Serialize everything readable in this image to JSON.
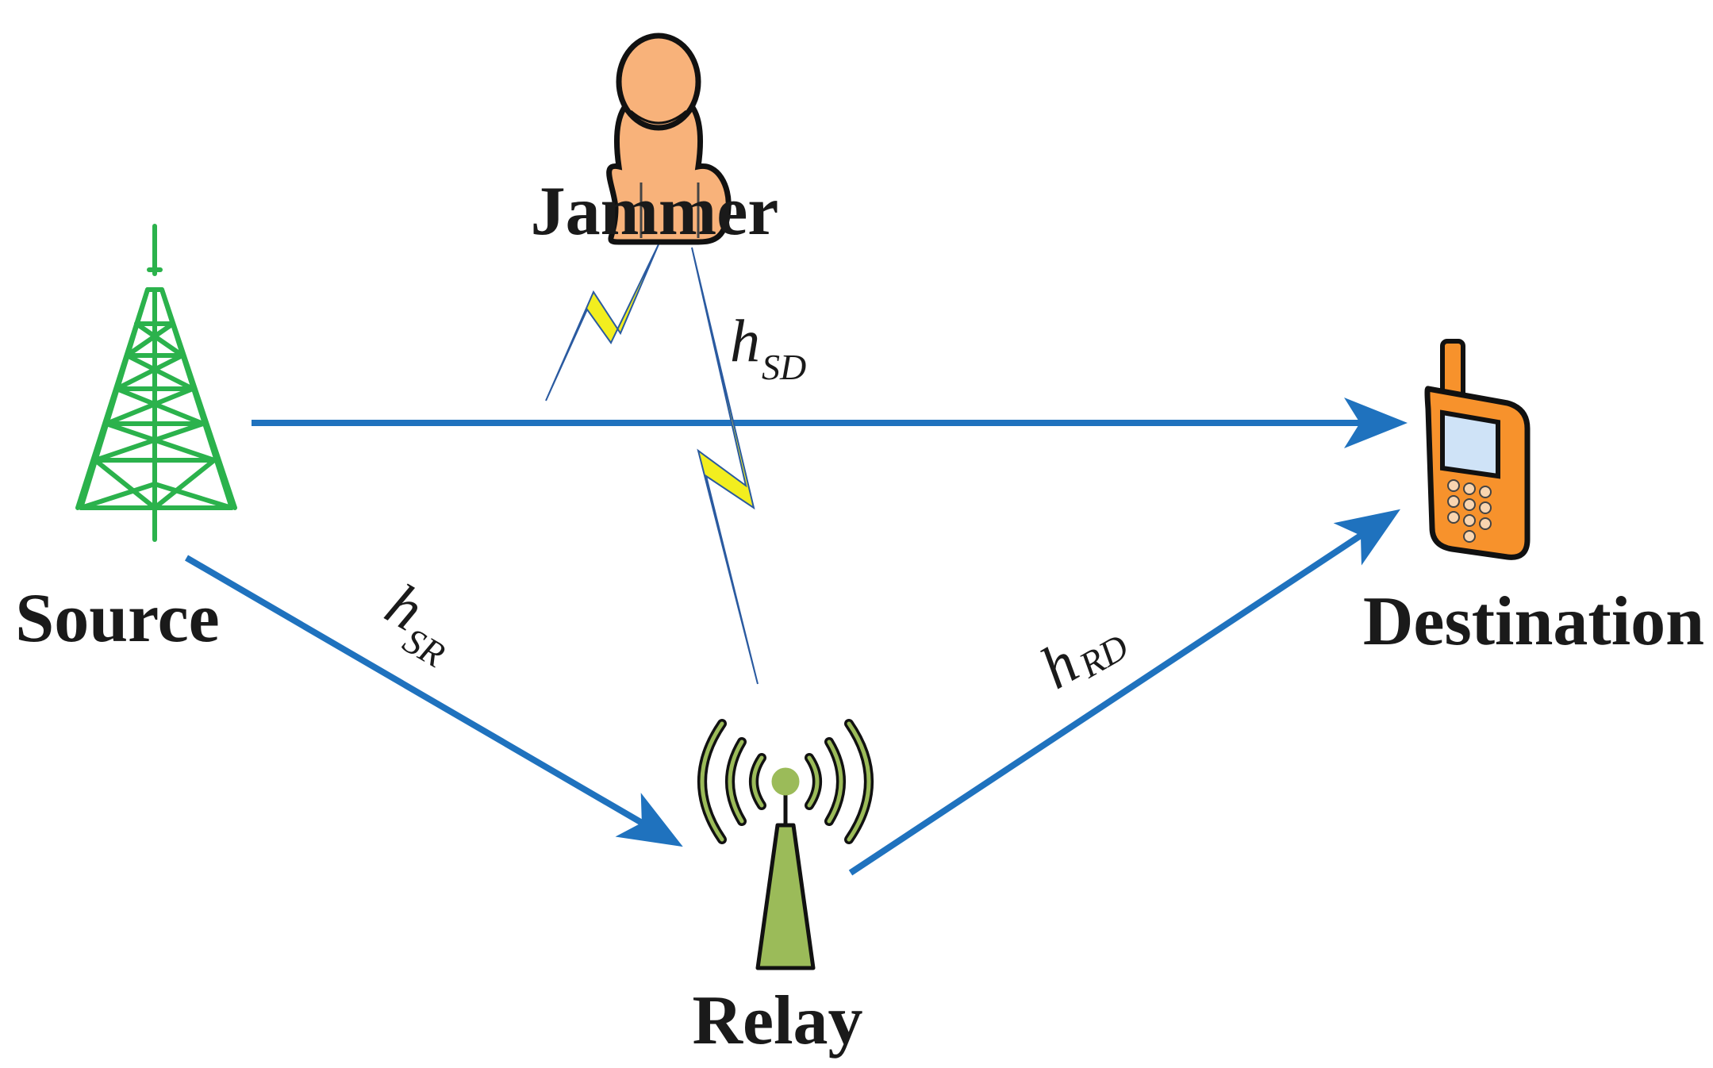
{
  "nodes": {
    "source": {
      "label": "Source"
    },
    "jammer": {
      "label": "Jammer"
    },
    "relay": {
      "label": "Relay"
    },
    "destination": {
      "label": "Destination"
    }
  },
  "channels": {
    "sd": {
      "symbol": "h",
      "subscript": "SD"
    },
    "sr": {
      "symbol": "h",
      "subscript": "SR"
    },
    "rd": {
      "symbol": "h",
      "subscript": "RD"
    }
  },
  "colors": {
    "link_arrow": "#1f72be",
    "tower_green": "#2bb24c",
    "relay_green": "#9bbb59",
    "jammer_skin": "#f8b27a",
    "phone_orange": "#f7922c",
    "lightning_yellow": "#f2ee1f"
  }
}
